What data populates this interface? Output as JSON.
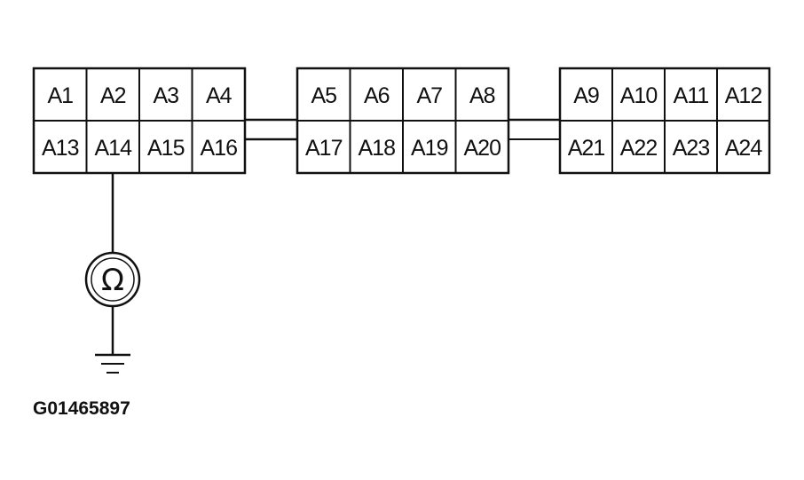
{
  "connectors": [
    {
      "top_row": [
        "A1",
        "A2",
        "A3",
        "A4"
      ],
      "bottom_row": [
        "A13",
        "A14",
        "A15",
        "A16"
      ]
    },
    {
      "top_row": [
        "A5",
        "A6",
        "A7",
        "A8"
      ],
      "bottom_row": [
        "A17",
        "A18",
        "A19",
        "A20"
      ]
    },
    {
      "top_row": [
        "A9",
        "A10",
        "A11",
        "A12"
      ],
      "bottom_row": [
        "A21",
        "A22",
        "A23",
        "A24"
      ]
    }
  ],
  "ohmmeter": {
    "symbol": "Ω",
    "icon": "ohmmeter-icon"
  },
  "ground": {
    "icon": "ground-icon"
  },
  "figure_code": "G01465897"
}
